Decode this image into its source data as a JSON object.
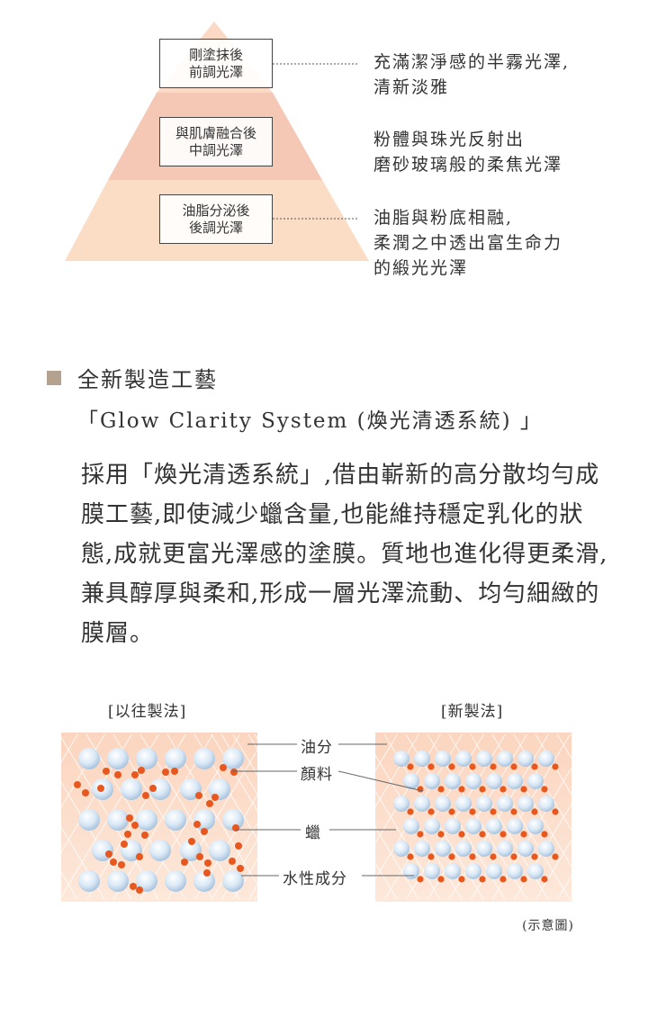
{
  "pyramid": {
    "tiers": [
      {
        "box_lines": [
          "剛塗抹後",
          "前調光澤"
        ],
        "desc_lines": [
          "充滿潔淨感的半霧光澤,",
          "清新淡雅"
        ]
      },
      {
        "box_lines": [
          "與肌膚融合後",
          "中調光澤"
        ],
        "desc_lines": [
          "粉體與珠光反射出",
          "磨砂玻璃般的柔焦光澤"
        ]
      },
      {
        "box_lines": [
          "油脂分泌後",
          "後調光澤"
        ],
        "desc_lines": [
          "油脂與粉底相融,",
          "柔潤之中透出富生命力",
          "的緞光光澤"
        ]
      }
    ],
    "colors": {
      "top": "#fbd9c5",
      "mid": "#f5c8b5",
      "bottom": "#fbdcc4"
    }
  },
  "section": {
    "heading": "全新製造工藝",
    "subheading": "「Glow Clarity System (煥光清透系統) 」",
    "paragraph": "採用「煥光清透系統」,借由嶄新的高分散均勻成膜工藝,即使減少蠟含量,也能維持穩定乳化的狀態,成就更富光澤感的塗膜。質地也進化得更柔滑,兼具醇厚與柔和,形成一層光澤流動、均勻細緻的膜層。"
  },
  "diagram": {
    "old_label": "[以往製法]",
    "new_label": "[新製法]",
    "legend": [
      "油分",
      "顏料",
      "蠟",
      "水性成分"
    ],
    "footnote": "(示意圖)",
    "colors": {
      "oil_bg": "#fbdcc8",
      "pigment": "#e8581e",
      "water": "#d6e6f5"
    }
  }
}
